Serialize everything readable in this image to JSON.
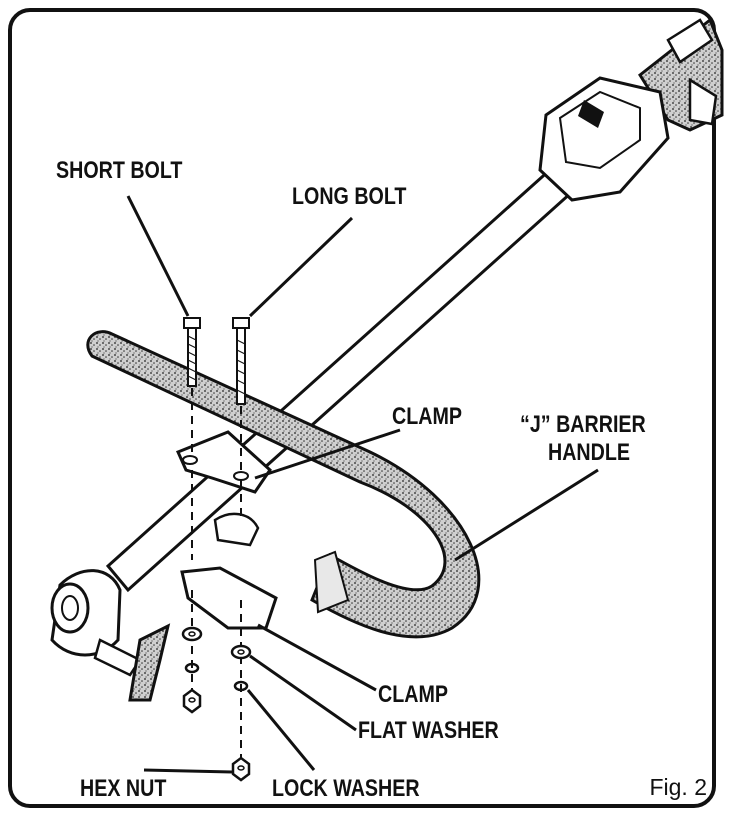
{
  "figure": {
    "caption": "Fig. 2",
    "labels": {
      "short_bolt": "SHORT BOLT",
      "long_bolt": "LONG BOLT",
      "clamp_upper": "CLAMP",
      "j_handle_line1": "“J” BARRIER",
      "j_handle_line2": "HANDLE",
      "clamp_lower": "CLAMP",
      "flat_washer": "FLAT WASHER",
      "hex_nut": "HEX NUT",
      "lock_washer": "LOCK WASHER"
    }
  }
}
